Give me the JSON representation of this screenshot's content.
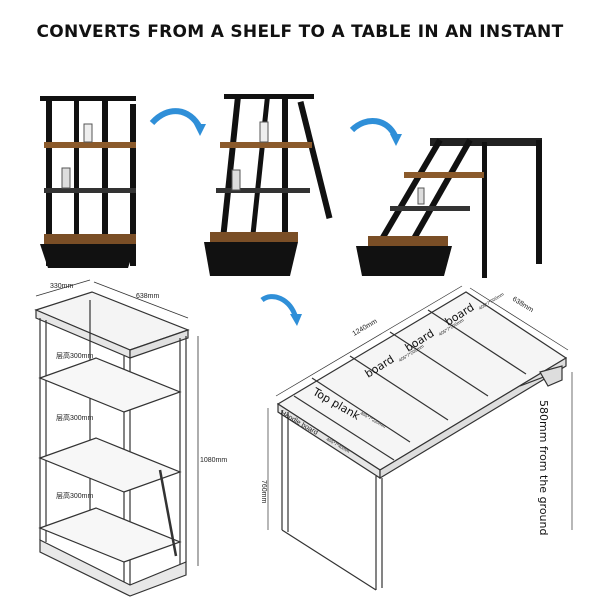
{
  "headline": "CONVERTS FROM A SHELF TO A TABLE IN AN INSTANT",
  "subline": "",
  "left_diagram": {
    "depth": "330mm",
    "width": "638mm",
    "height": "1080mm",
    "shelf_1": "层高300mm",
    "shelf_2": "层高300mm",
    "shelf_3": "层高300mm"
  },
  "right_diagram": {
    "length": "1240mm",
    "width": "638mm",
    "table_height": "760mm",
    "ground_note": "580mm from the ground",
    "board_1": "board",
    "board_1_size": "405*7*200mm",
    "board_2": "board",
    "board_2_size": "405*7*200mm",
    "board_3": "board",
    "board_3_size": "405*7*200mm",
    "top_plank": "Top plank",
    "top_plank_size": "405*7*220mm",
    "handle_board": "Handle board",
    "handle_board_size": "405*7*40mm"
  },
  "colors": {
    "frame": "#111111",
    "wood": "#8b5a2b",
    "arrow": "#2f8fd8",
    "line": "#333333"
  }
}
